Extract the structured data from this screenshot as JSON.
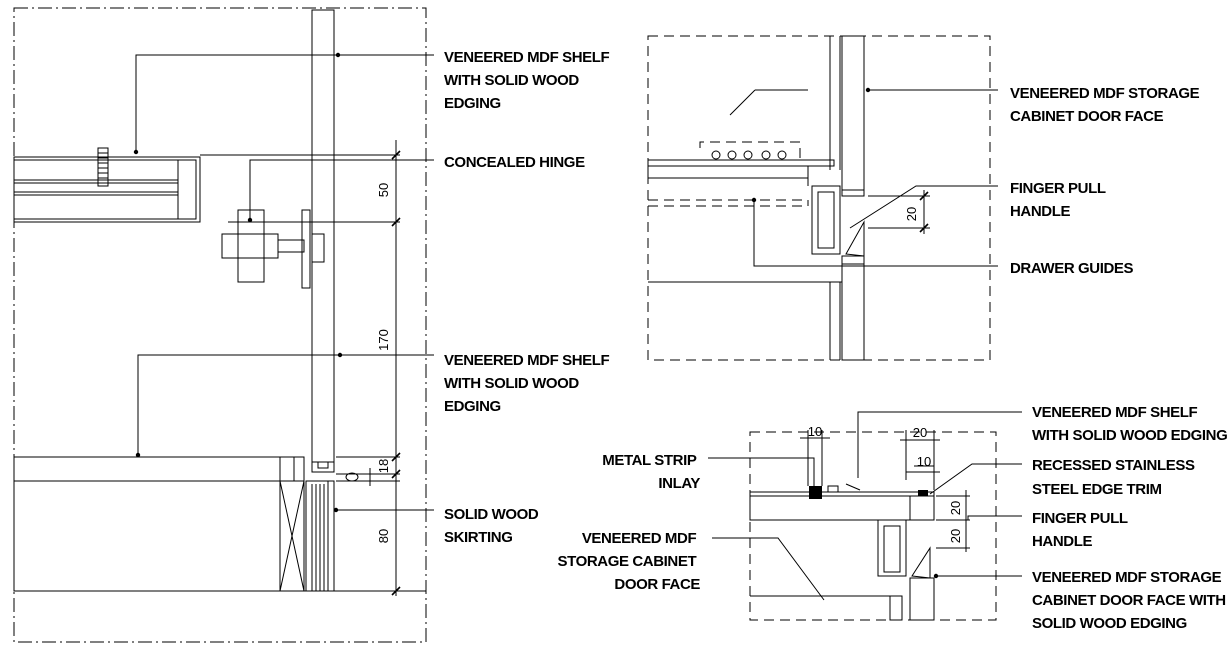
{
  "left_detail": {
    "labels": {
      "shelf_top": [
        "VENEERED MDF SHELF",
        "WITH SOLID WOOD",
        "EDGING"
      ],
      "hinge": [
        "CONCEALED HINGE"
      ],
      "shelf_bottom": [
        "VENEERED MDF SHELF",
        "WITH SOLID WOOD",
        "EDGING"
      ],
      "skirting": [
        "SOLID WOOD",
        "SKIRTING"
      ]
    },
    "dimensions": [
      "50",
      "170",
      "18",
      "80"
    ]
  },
  "top_right_detail": {
    "labels": {
      "door_face": [
        "VENEERED MDF STORAGE",
        "CABINET DOOR FACE"
      ],
      "finger_pull": [
        "FINGER PULL",
        "HANDLE"
      ],
      "drawer_guides": [
        "DRAWER GUIDES"
      ]
    },
    "dimensions": [
      "20"
    ]
  },
  "bottom_right_detail": {
    "labels": {
      "shelf": [
        "VENEERED MDF SHELF",
        "WITH SOLID WOOD EDGING"
      ],
      "metal_strip": [
        "METAL STRIP",
        "INLAY"
      ],
      "edge_trim": [
        "RECESSED STAINLESS",
        "STEEL EDGE TRIM"
      ],
      "door_face_left": [
        "VENEERED MDF",
        "STORAGE CABINET",
        "DOOR FACE"
      ],
      "finger_pull": [
        "FINGER PULL",
        "HANDLE"
      ],
      "door_face_right": [
        "VENEERED MDF STORAGE",
        "CABINET DOOR FACE WITH",
        "SOLID WOOD EDGING"
      ]
    },
    "dimensions": [
      "10",
      "20",
      "10",
      "20",
      "20"
    ]
  }
}
